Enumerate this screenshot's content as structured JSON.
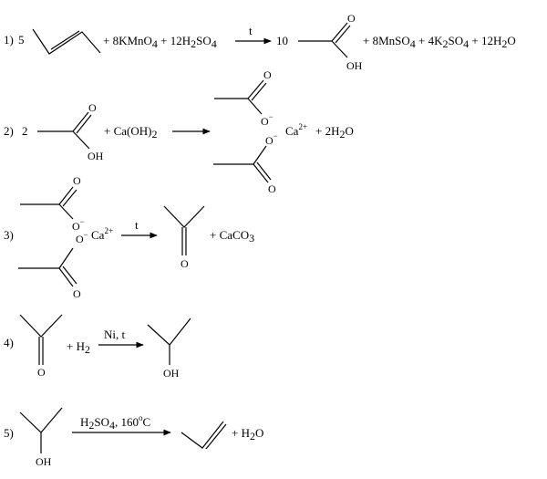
{
  "reactions": [
    {
      "number": "1)",
      "left_coefficient": "5",
      "reagent_terms": [
        "+ 8KMnO",
        "4",
        " + 12H",
        "2",
        "SO",
        "4"
      ],
      "arrow_label": "t",
      "right_coefficient": "10",
      "product_atoms": {
        "carbonyl_o": "O",
        "hydroxyl": "OH"
      },
      "products_terms": [
        "+ 8MnSO",
        "4",
        " + 4K",
        "2",
        "SO",
        "4",
        " + 12H",
        "2",
        "O"
      ]
    },
    {
      "number": "2)",
      "left_coefficient": "2",
      "acid_atoms": {
        "carbonyl_o": "O",
        "hydroxyl": "OH"
      },
      "reagent_terms": [
        "+ Ca(OH)",
        "2"
      ],
      "salt_atoms": {
        "top_o_minus": "O",
        "bottom_o_minus": "O",
        "top_o": "O",
        "bottom_o": "O",
        "minus": "−"
      },
      "ion": "Ca",
      "ion_charge": "2+",
      "products_terms": [
        "+ 2H",
        "2",
        "O"
      ]
    },
    {
      "number": "3)",
      "salt_atoms": {
        "top_o": "O",
        "top_o_minus": "O",
        "bottom_o_minus": "O",
        "bottom_o": "O",
        "minus": "−"
      },
      "ion": "Ca",
      "ion_charge": "2+",
      "arrow_label": "t",
      "ketone_o": "O",
      "products_terms": [
        "+ CaCO",
        "3"
      ]
    },
    {
      "number": "4)",
      "ketone_o": "O",
      "reagent_terms": [
        "+ H",
        "2"
      ],
      "arrow_label": "Ni, t",
      "alcohol_oh": "OH"
    },
    {
      "number": "5)",
      "alcohol_oh": "OH",
      "arrow_label_terms": [
        "H",
        "2",
        "SO",
        "4",
        ", 160",
        "o",
        "C"
      ],
      "products_terms": [
        "+ H",
        "2",
        "O"
      ]
    }
  ]
}
